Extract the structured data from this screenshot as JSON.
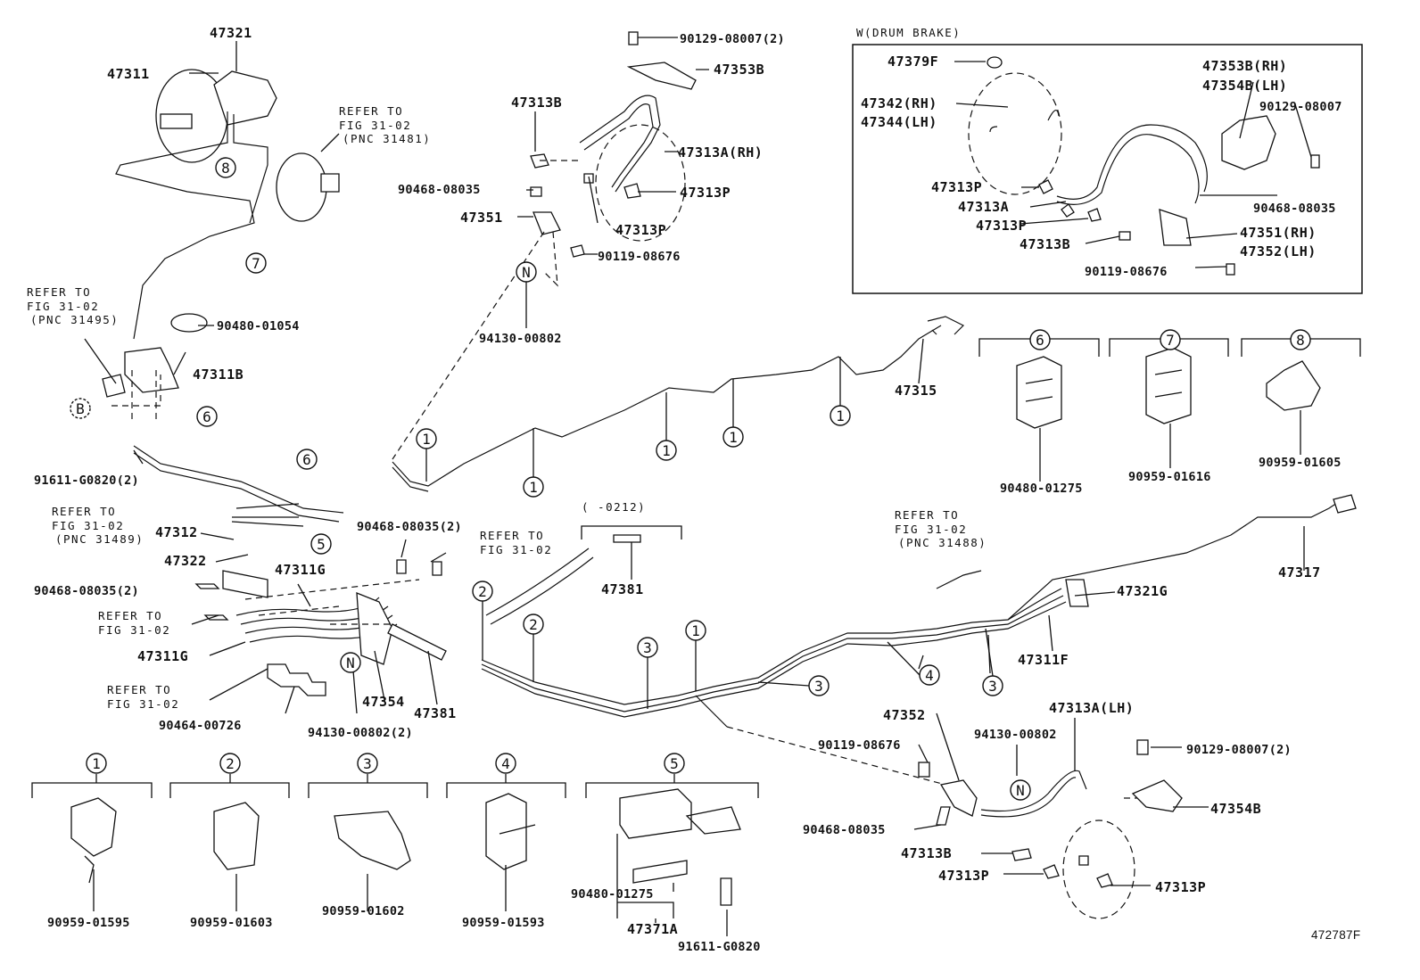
{
  "inset_title": "W(DRUM BRAKE)",
  "figure_code": "472787F",
  "refs": {
    "r1": [
      "REFER TO",
      "FIG 31-02",
      "(PNC 31481)"
    ],
    "r2": [
      "REFER TO",
      "FIG 31-02",
      "(PNC 31495)"
    ],
    "r3": [
      "REFER TO",
      "FIG 31-02",
      "(PNC 31489)"
    ],
    "r4": [
      "REFER TO",
      "FIG 31-02"
    ],
    "r5": [
      "REFER TO",
      "FIG 31-02"
    ],
    "r6": [
      "REFER TO",
      "FIG 31-02"
    ],
    "r7": [
      "REFER TO",
      "FIG 31-02",
      "(PNC 31488)"
    ]
  },
  "date_range": "(      -0212)",
  "labels": {
    "p47321": "47321",
    "p47311": "47311",
    "p47311B": "47311B",
    "p90480_01054": "90480-01054",
    "p91611_G0820_2": "91611-G0820(2)",
    "p47312": "47312",
    "p47322": "47322",
    "p47311G_a": "47311G",
    "p47311G_b": "47311G",
    "p90468_08035_2a": "90468-08035(2)",
    "p90468_08035_2b": "90468-08035(2)",
    "p90464_00726": "90464-00726",
    "p47354": "47354",
    "p47381a": "47381",
    "p47381b": "47381",
    "p94130_00802_2": "94130-00802(2)",
    "p90129_08007_2a": "90129-08007(2)",
    "p47353B": "47353B",
    "p47313B": "47313B",
    "p47313A_RH": "47313A(RH)",
    "p90468_08035a": "90468-08035",
    "p47313P_a": "47313P",
    "p47351": "47351",
    "p47313P_b": "47313P",
    "p90119_08676a": "90119-08676",
    "p94130_00802a": "94130-00802",
    "p47315": "47315",
    "p47317": "47317",
    "p47321G": "47321G",
    "p47311F": "47311F",
    "p47352": "47352",
    "p90119_08676b": "90119-08676",
    "p94130_00802b": "94130-00802",
    "p47313A_LH": "47313A(LH)",
    "p90129_08007_2b": "90129-08007(2)",
    "p47354B": "47354B",
    "p90468_08035b": "90468-08035",
    "p47313B_b": "47313B",
    "p47313P_c": "47313P",
    "p47313P_d": "47313P",
    "p90480_01275a": "90480-01275",
    "p90959_01616": "90959-01616",
    "p90959_01605": "90959-01605",
    "p90959_01595": "90959-01595",
    "p90959_01603": "90959-01603",
    "p90959_01602": "90959-01602",
    "p90959_01593": "90959-01593",
    "p90480_01275b": "90480-01275",
    "p47371A": "47371A",
    "p91611_G0820": "91611-G0820"
  },
  "inset_labels": {
    "i47379F": "47379F",
    "i47342": "47342(RH)",
    "i47344": "47344(LH)",
    "i47353B": "47353B(RH)",
    "i47354B": "47354B(LH)",
    "i90129": "90129-08007",
    "i47313P_a": "47313P",
    "i47313A": "47313A",
    "i47313P_b": "47313P",
    "i47313B": "47313B",
    "i90468": "90468-08035",
    "i47351": "47351(RH)",
    "i47352": "47352(LH)",
    "i90119": "90119-08676"
  },
  "callouts": {
    "c8": "8",
    "c7": "7",
    "c6a": "6",
    "c6b": "6",
    "c5": "5",
    "cB": "B",
    "cN1": "N",
    "cN2": "N",
    "cN3": "N",
    "c1a": "1",
    "c1b": "1",
    "c1c": "1",
    "c1d": "1",
    "c1e": "1",
    "c1f": "1",
    "c2a": "2",
    "c2b": "2",
    "c3a": "3",
    "c3b": "3",
    "c3c": "3",
    "c4": "4",
    "k6": "6",
    "k7": "7",
    "k8": "8",
    "k1": "1",
    "k2": "2",
    "k3": "3",
    "k4": "4",
    "k5": "5"
  }
}
